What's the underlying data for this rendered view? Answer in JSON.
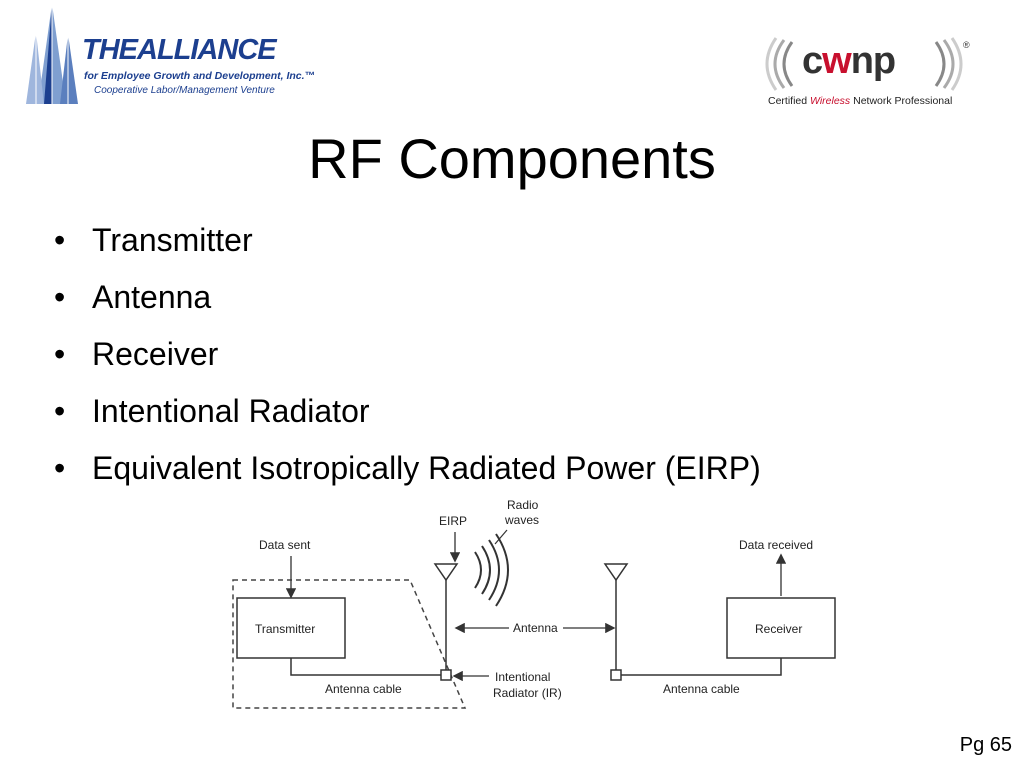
{
  "logos": {
    "left": {
      "name": "THEALLIANCE",
      "tagline": "for Employee Growth and Development, Inc.",
      "tagline2": "Cooperative Labor/Management Venture",
      "trademark": "™"
    },
    "right": {
      "wordmark_c": "c",
      "wordmark_w": "w",
      "wordmark_np": "np",
      "registered": "®",
      "cert_prefix": "Certified ",
      "cert_wireless": "Wireless",
      "cert_suffix": " Network Professional"
    }
  },
  "title": "RF Components",
  "bullets": [
    "Transmitter",
    "Antenna",
    "Receiver",
    "Intentional Radiator",
    "Equivalent Isotropically Radiated Power (EIRP)"
  ],
  "bullet_glyph": "•",
  "diagram": {
    "eirp": "EIRP",
    "radio_waves_1": "Radio",
    "radio_waves_2": "waves",
    "data_sent": "Data sent",
    "data_received": "Data received",
    "transmitter": "Transmitter",
    "receiver": "Receiver",
    "antenna": "Antenna",
    "antenna_cable_left": "Antenna cable",
    "antenna_cable_right": "Antenna cable",
    "ir_1": "Intentional",
    "ir_2": "Radiator (IR)"
  },
  "page_number": "Pg 65",
  "colors": {
    "alliance_blue": "#1c3f8f",
    "cwnp_red": "#c8102e",
    "diagram_line": "#333333"
  }
}
